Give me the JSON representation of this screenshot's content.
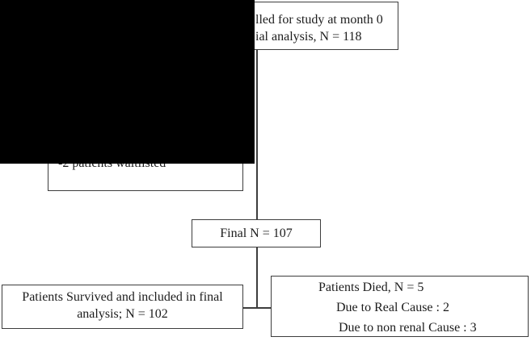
{
  "figure": {
    "enrollment_box": {
      "visible_text_line1": "lled for study at month 0",
      "visible_text_line2": "ial analysis, N = 118"
    },
    "waitlisted_box": {
      "visible_text": "-2 patients waitlisted"
    },
    "final_box": {
      "text": "Final N = 107"
    },
    "survived_box": {
      "line1": "Patients Survived and included in final",
      "line2": "analysis; N = 102"
    },
    "died_box": {
      "line1": "Patients Died, N = 5",
      "line2": "Due to Real Cause : 2",
      "line3": "Due to non renal Cause : 3"
    },
    "colors": {
      "border": "#3d3d3d",
      "text": "#1c1c1c",
      "redaction": "#000000",
      "background": "#ffffff"
    }
  }
}
